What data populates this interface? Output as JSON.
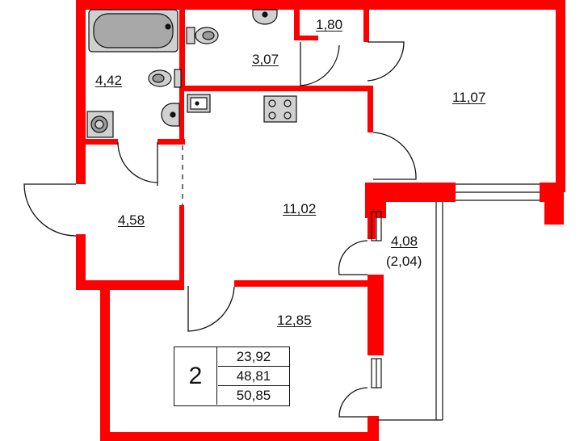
{
  "rooms": {
    "bath": "4,42",
    "toilet": "3,07",
    "closet": "1,80",
    "bedroom": "11,07",
    "hall": "4,58",
    "kitchen": "11,02",
    "living": "12,85",
    "balcony": "4,08",
    "balcony_reduced": "(2,04)"
  },
  "summary": {
    "room_count": "2",
    "living_area": "23,92",
    "total_area": "48,81",
    "total_with_balcony": "50,85"
  },
  "colors": {
    "wall": "#ff0000",
    "outline": "#111111",
    "fixture": "#c8c8c8"
  }
}
